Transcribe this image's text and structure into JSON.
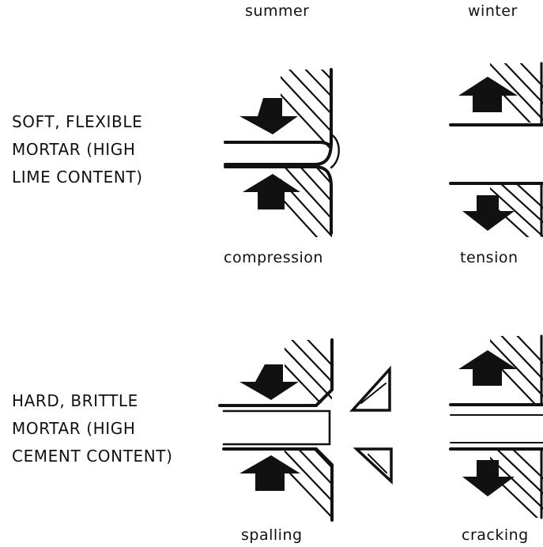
{
  "columns": {
    "summer": "summer",
    "winter": "winter"
  },
  "rows": [
    {
      "lines": [
        "SOFT, FLEXIBLE",
        "MORTAR (HIGH",
        "LIME CONTENT)"
      ]
    },
    {
      "lines": [
        "HARD, BRITTLE",
        "MORTAR (HIGH",
        "CEMENT CONTENT)"
      ]
    }
  ],
  "captions": {
    "soft_summer": "compression",
    "soft_winter": "tension",
    "hard_summer": "spalling",
    "hard_winter": "cracking"
  }
}
